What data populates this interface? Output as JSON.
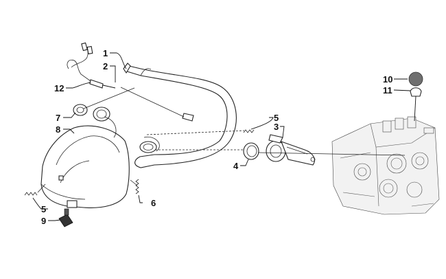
{
  "callouts": [
    {
      "id": "c1",
      "label": "1"
    },
    {
      "id": "c2",
      "label": "2"
    },
    {
      "id": "c3",
      "label": "3"
    },
    {
      "id": "c4",
      "label": "4"
    },
    {
      "id": "c5a",
      "label": "5"
    },
    {
      "id": "c5b",
      "label": "5"
    },
    {
      "id": "c6",
      "label": "6"
    },
    {
      "id": "c7",
      "label": "7"
    },
    {
      "id": "c8",
      "label": "8"
    },
    {
      "id": "c9",
      "label": "9"
    },
    {
      "id": "c10",
      "label": "10"
    },
    {
      "id": "c11",
      "label": "11"
    },
    {
      "id": "c12",
      "label": "12"
    }
  ],
  "colors": {
    "line": "#222222",
    "cap": "#6f6f6f",
    "background": "#ffffff"
  }
}
